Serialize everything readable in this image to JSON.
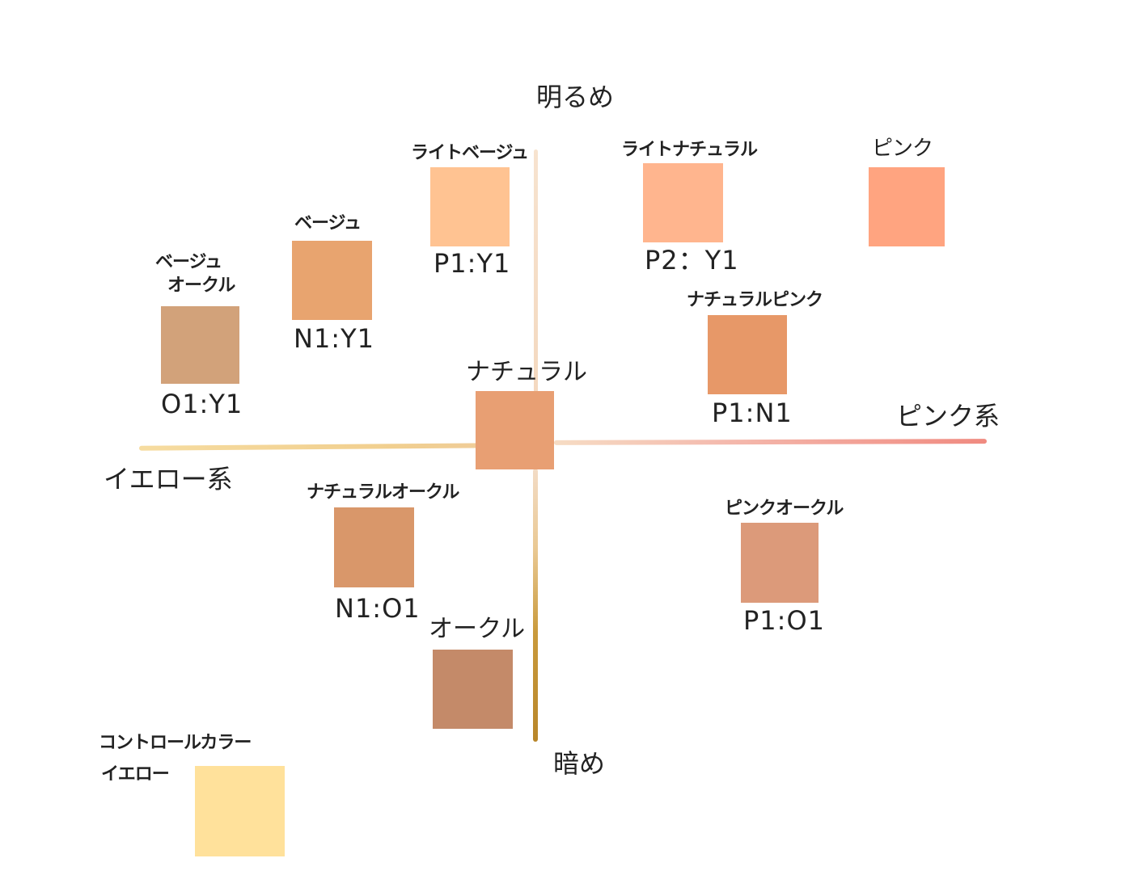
{
  "axes": {
    "top": "明るめ",
    "bottom": "暗め",
    "left": "イエロー系",
    "right": "ピンク系"
  },
  "swatches": [
    {
      "name": "ライトベージュ",
      "code": "P1:Y1",
      "color": "#ffc392"
    },
    {
      "name": "ライトナチュラル",
      "code": "P2：Y1",
      "color": "#ffb58e"
    },
    {
      "name": "ピンク",
      "code": "",
      "color": "#ffa480"
    },
    {
      "name": "ベージュ",
      "code": "N1:Y1",
      "color": "#e8a46f"
    },
    {
      "name_line1": "ベージュ",
      "name_line2": "オークル",
      "code": "O1:Y1",
      "color": "#d2a27a"
    },
    {
      "name": "ナチュラルピンク",
      "code": "P1:N1",
      "color": "#e79868"
    },
    {
      "name": "ナチュラル",
      "code": "",
      "color": "#e89f73"
    },
    {
      "name": "ナチュラルオークル",
      "code": "N1:O1",
      "color": "#d9976a"
    },
    {
      "name": "ピンクオークル",
      "code": "P1:O1",
      "color": "#dc9a7a"
    },
    {
      "name": "オークル",
      "code": "",
      "color": "#c48a69"
    },
    {
      "name_line1": "コントロールカラー",
      "name_line2": "イエロー",
      "code": "",
      "color": "#ffe19b"
    }
  ]
}
